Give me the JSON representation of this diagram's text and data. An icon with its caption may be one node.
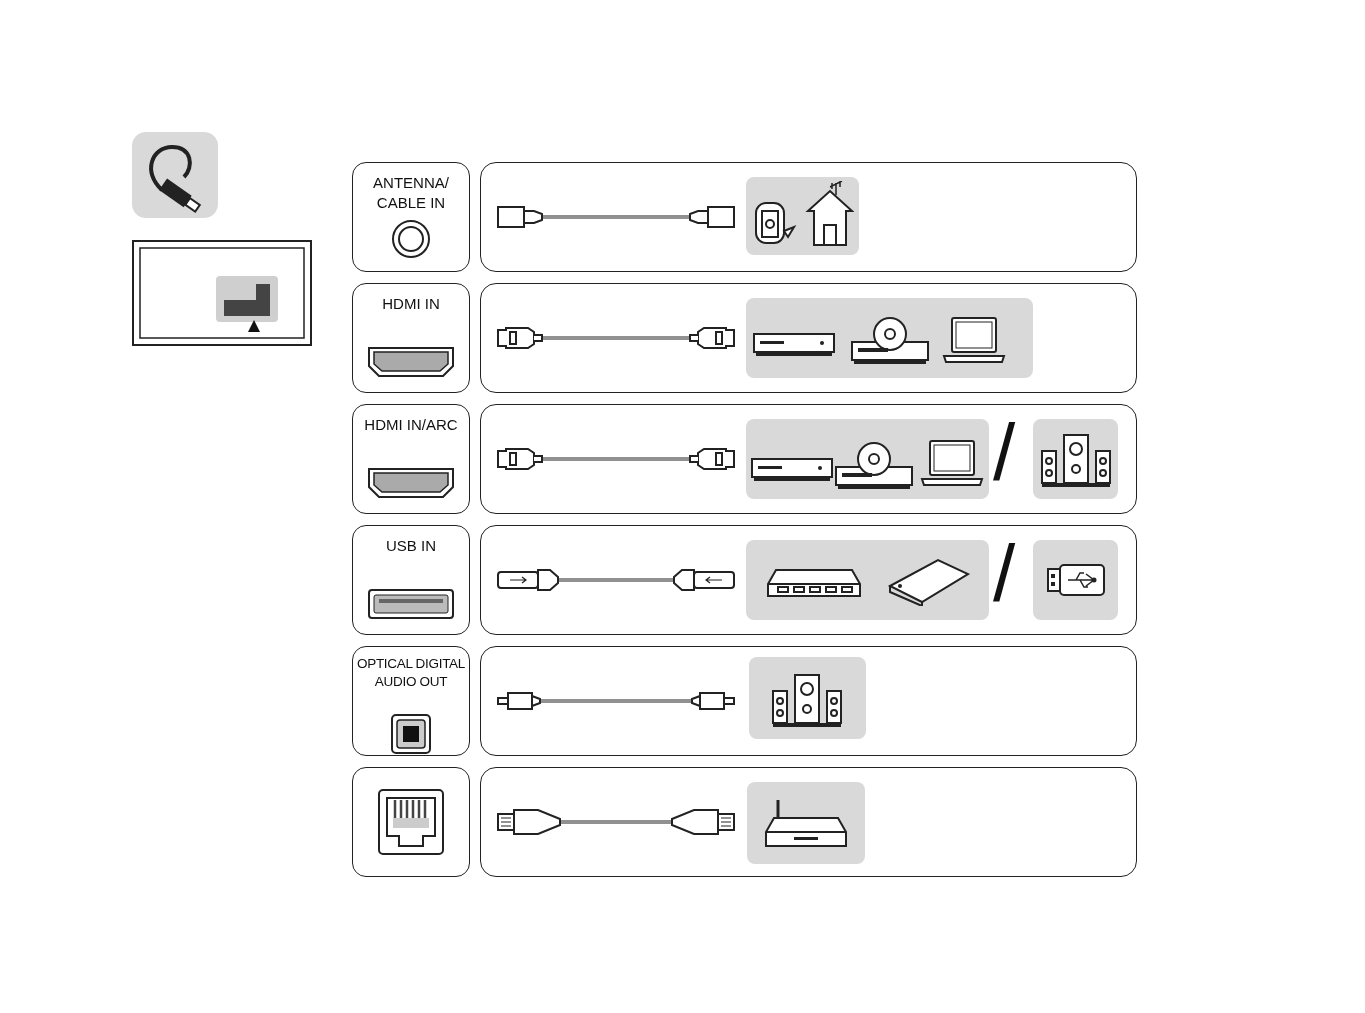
{
  "diagram": {
    "nodes": [
      {
        "text": [
          "ANTENNA/ CABLE IN"
        ]
      },
      {
        "text": [],
        "shape": "box"
      },
      {
        "text": [
          "HDMI IN"
        ]
      },
      {
        "text": [],
        "shape": "box"
      },
      {
        "text": [
          "HDMI IN/ARC"
        ]
      },
      {
        "text": [],
        "shape": "box"
      },
      {
        "text": [
          "USB IN"
        ]
      },
      {
        "text": [],
        "shape": "box"
      },
      {
        "text": [
          "OPTICAL DIGITAL AUDIO OUT"
        ]
      },
      {
        "text": [],
        "shape": "box"
      },
      {
        "text": [],
        "shape": "box"
      },
      {
        "text": [],
        "shape": "box"
      }
    ],
    "labels": [
      "/",
      "/"
    ]
  }
}
